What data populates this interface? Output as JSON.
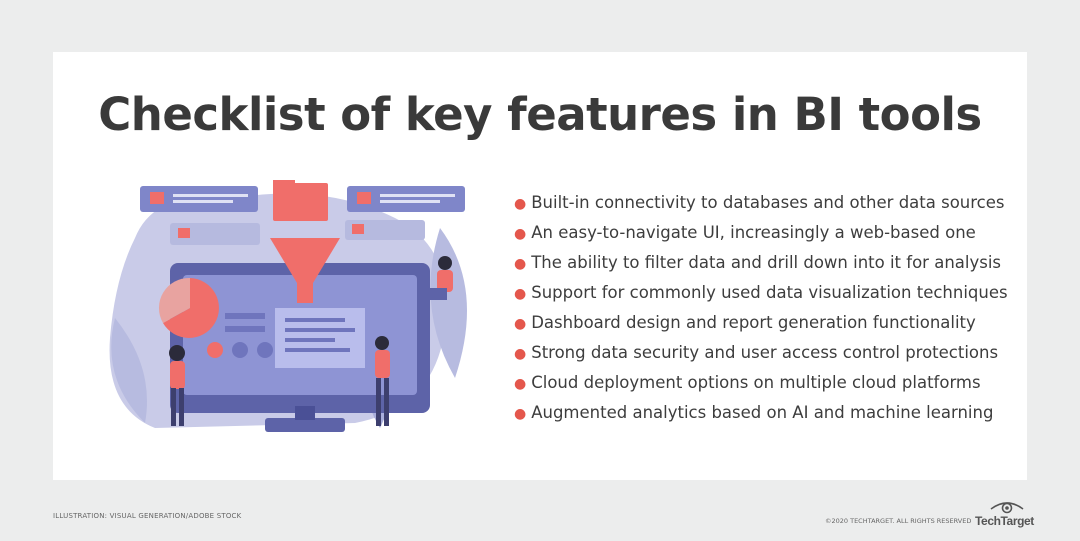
{
  "title": "Checklist of key features in BI tools",
  "features": [
    "Built-in connectivity to databases and other data sources",
    "An easy-to-navigate UI, increasingly a web-based one",
    "The ability to filter data and drill down into it for analysis",
    "Support for commonly used data visualization techniques",
    "Dashboard design and report generation functionality",
    "Strong data security and user access control protections",
    "Cloud deployment options on multiple cloud platforms",
    "Augmented analytics based on AI and machine learning"
  ],
  "credit": "ILLUSTRATION: VISUAL GENERATION/ADOBE STOCK",
  "copyright": "©2020 TECHTARGET. ALL RIGHTS RESERVED",
  "logo_text": "TechTarget",
  "colors": {
    "accent": "#e4574c",
    "illustration_purple": "#7f86c9",
    "illustration_pink": "#f06e6a",
    "background": "#eceded"
  }
}
